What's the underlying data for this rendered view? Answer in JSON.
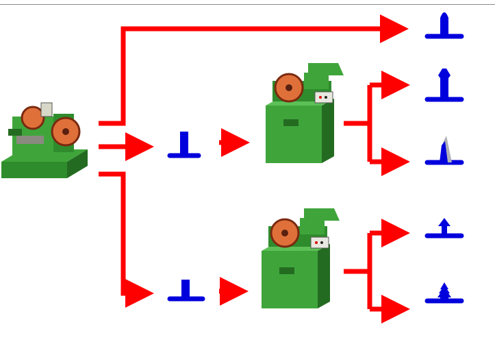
{
  "diagram": {
    "description_labels": [],
    "machines": [
      {
        "id": "header-machine",
        "icon": "cold-header-machine-icon"
      },
      {
        "id": "thread-roller-upper",
        "icon": "thread-rolling-machine-icon"
      },
      {
        "id": "thread-roller-lower",
        "icon": "thread-rolling-machine-icon"
      }
    ],
    "parts": [
      {
        "id": "finished-pointed-bolt",
        "icon": "pointed-bolt-icon"
      },
      {
        "id": "blank-upper",
        "icon": "headed-blank-icon"
      },
      {
        "id": "finished-knurled-bolt",
        "icon": "knurled-bolt-icon"
      },
      {
        "id": "finished-bent-tip",
        "icon": "bent-tip-bolt-icon"
      },
      {
        "id": "blank-lower",
        "icon": "headed-blank-icon"
      },
      {
        "id": "finished-arrow-bolt",
        "icon": "arrow-tip-bolt-icon"
      },
      {
        "id": "finished-threaded-bolt",
        "icon": "threaded-bolt-icon"
      }
    ],
    "colors": {
      "arrow": "#ff0000",
      "part": "#0000dd",
      "machine": "#3fa53b",
      "machine_dark": "#246b22",
      "accent": "#e0703a",
      "divider": "#8a8a8a"
    }
  }
}
